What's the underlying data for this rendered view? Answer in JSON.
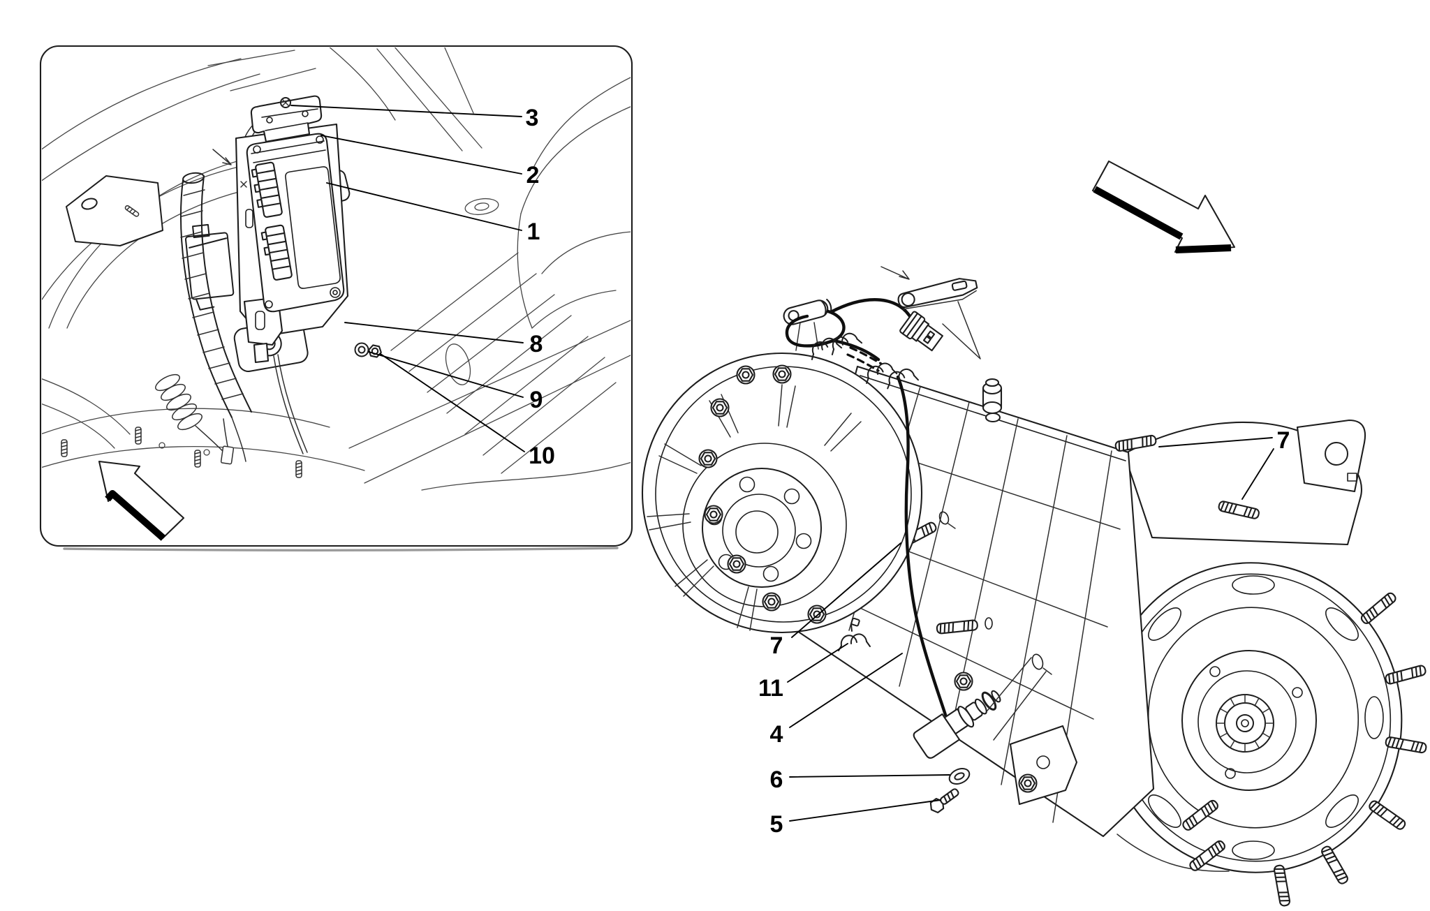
{
  "page": {
    "background_color": "#ffffff",
    "ink_color": "#1d1d1d",
    "type": "parts-diagram"
  },
  "inset_panel": {
    "direction_arrow_icon": "arrow-up-left",
    "callouts": {
      "c3": "3",
      "c2": "2",
      "c1": "1",
      "c8": "8",
      "c9": "9",
      "c10": "10"
    }
  },
  "main_diagram": {
    "direction_arrow_icon": "arrow-down-right",
    "callouts": {
      "c7_right": "7",
      "c7_left": "7",
      "c11": "11",
      "c4": "4",
      "c6": "6",
      "c5": "5"
    }
  }
}
